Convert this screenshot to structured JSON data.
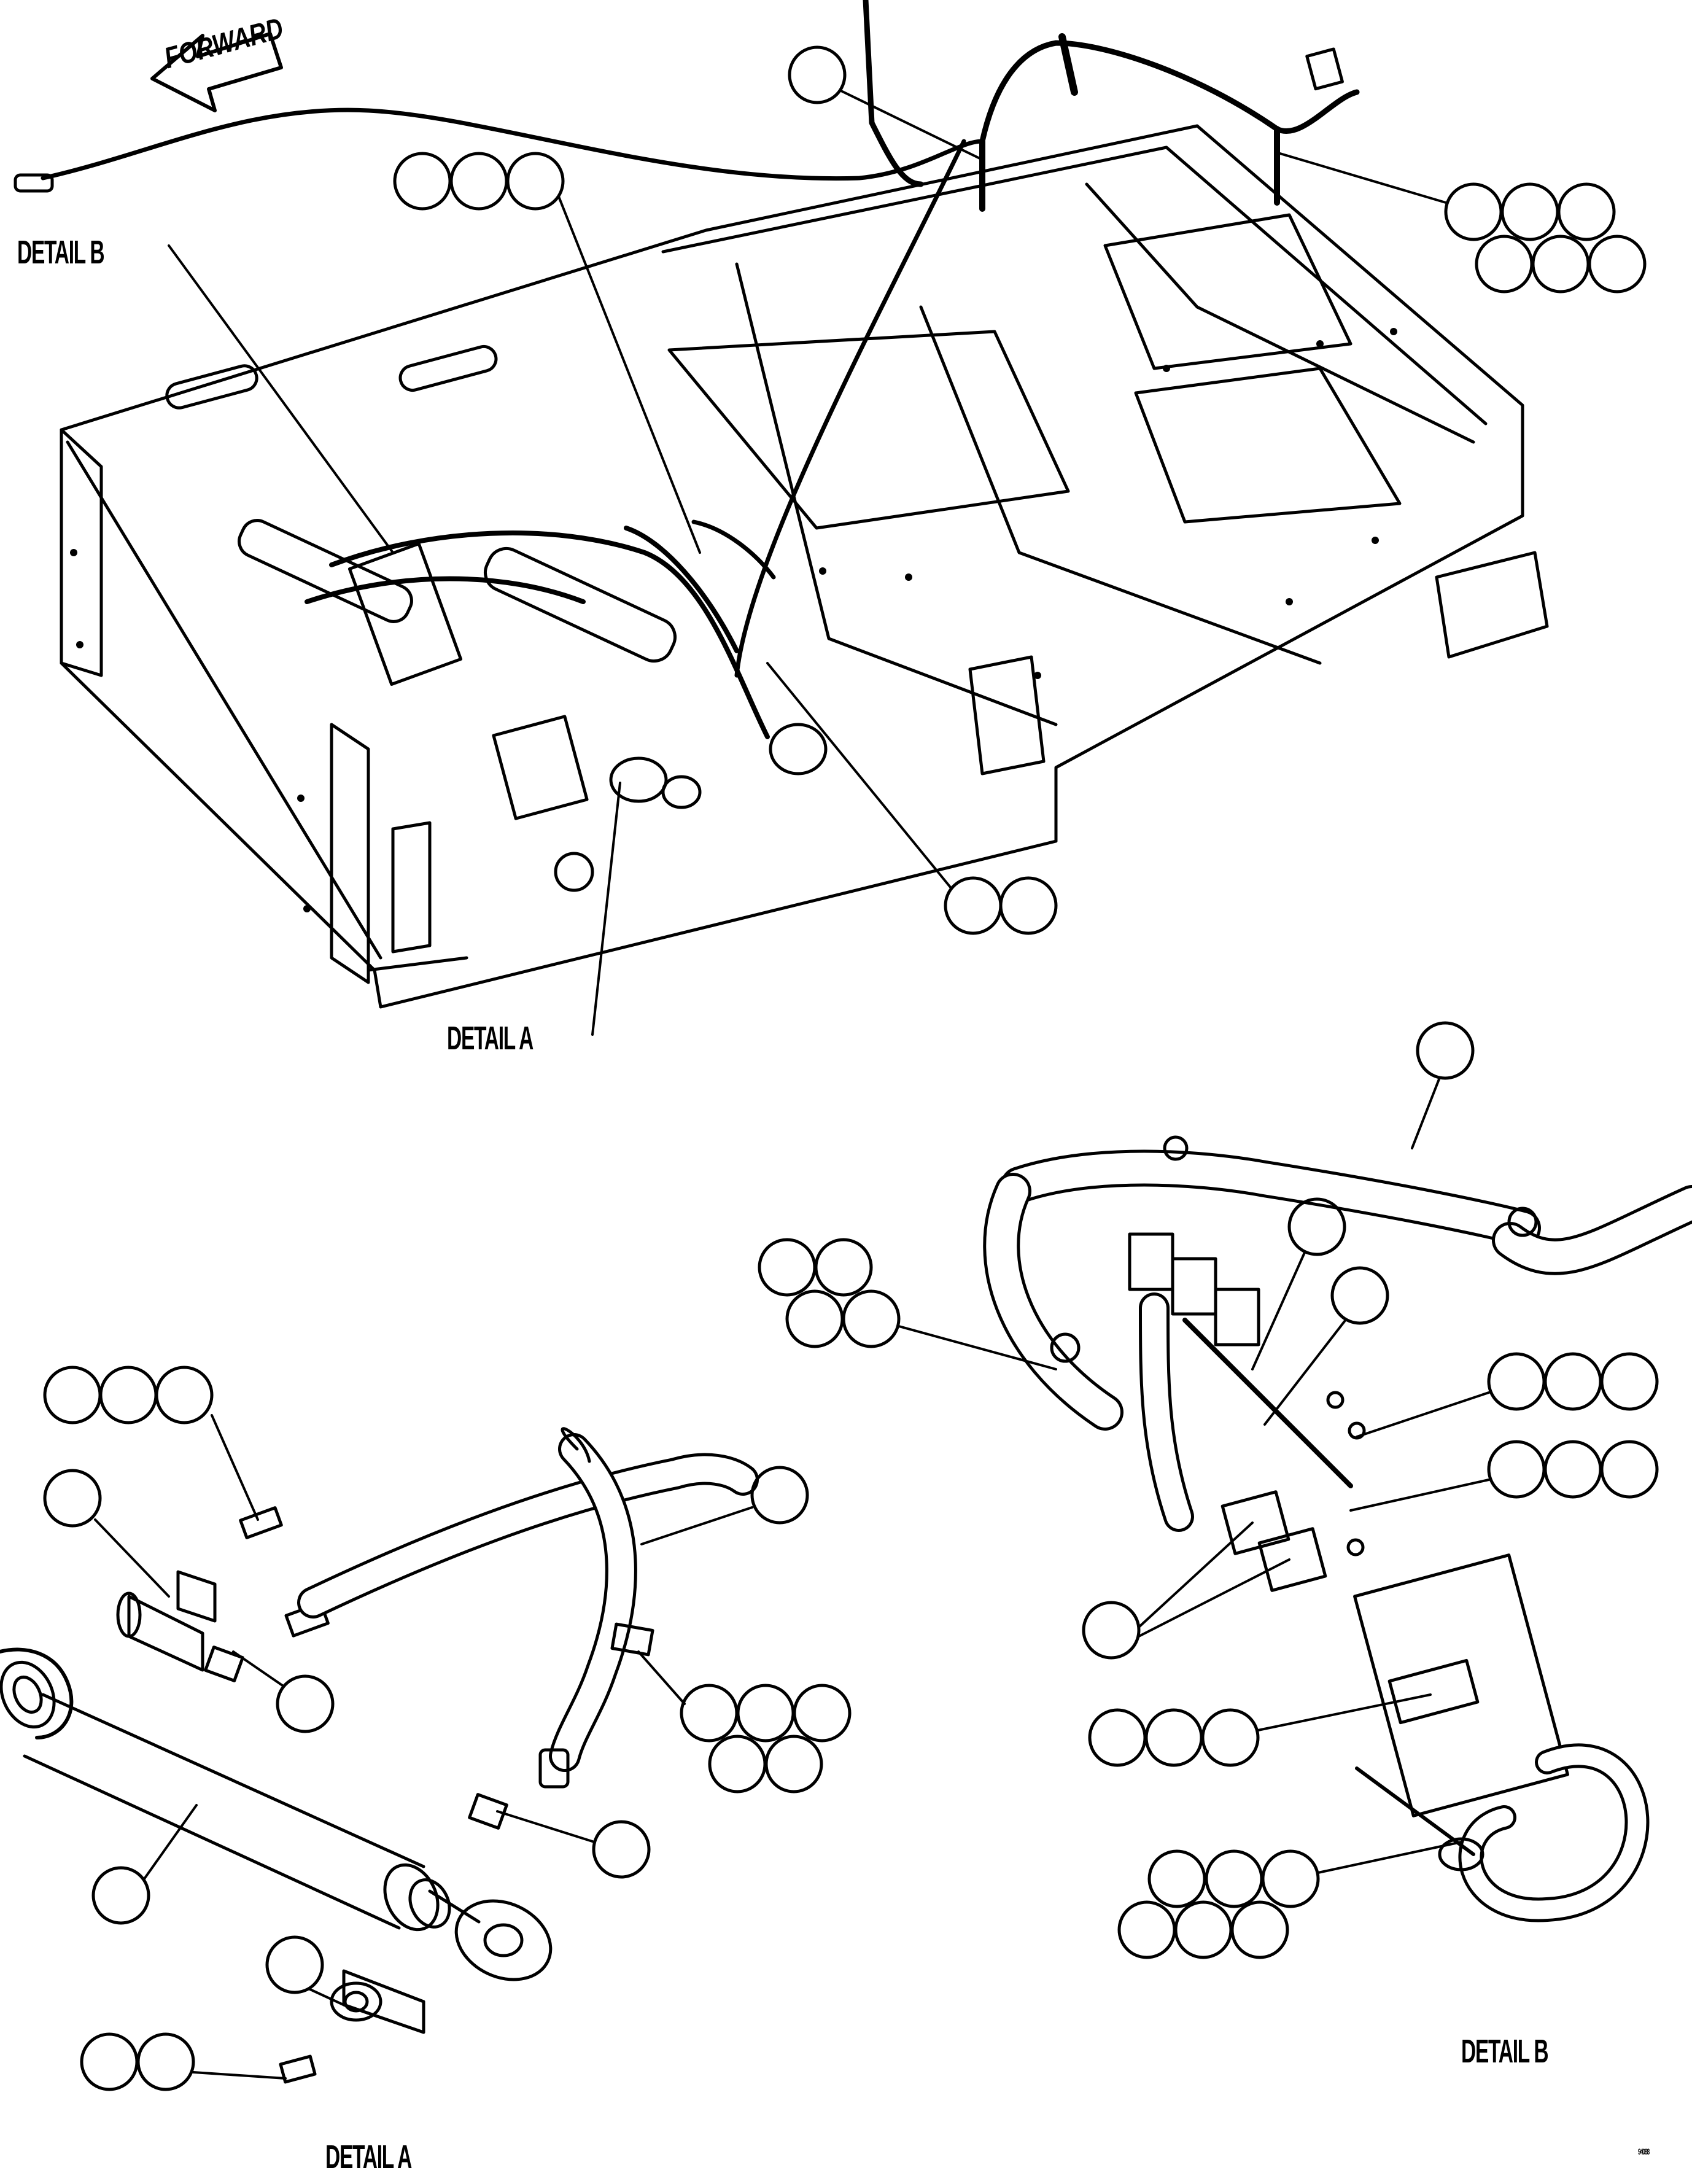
{
  "arrow": {
    "label": "FORWARD"
  },
  "labels": {
    "detail_b_top": "DETAIL B",
    "detail_a_top": "DETAIL A",
    "detail_a_bottom": "DETAIL A",
    "detail_b_bottom": "DETAIL B",
    "drawing_number": "94088"
  },
  "colors": {
    "line": "#000000",
    "background": "#ffffff"
  }
}
